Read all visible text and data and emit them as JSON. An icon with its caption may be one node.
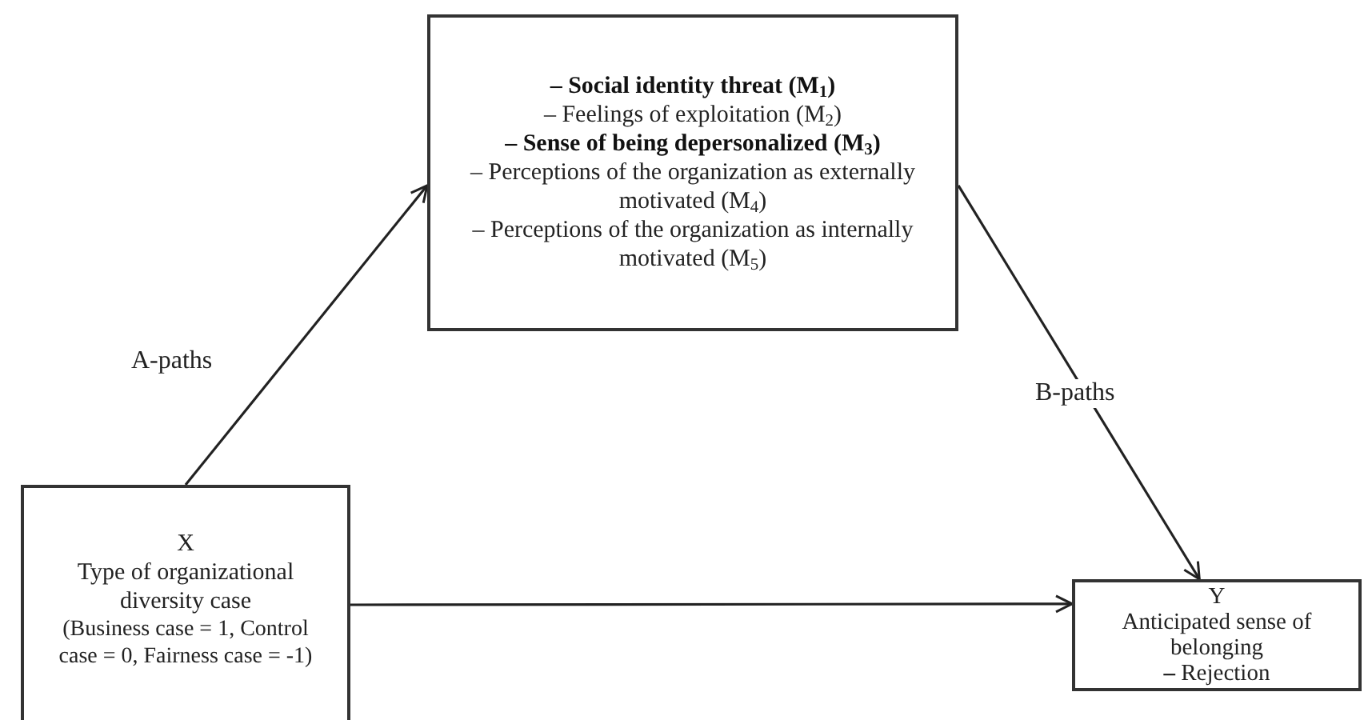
{
  "diagram": {
    "nodes": [
      {
        "text": [
          "**– Social identity threat (M$_{1}$)**",
          "– Feelings of exploitation (M$_{2}$)",
          "**– Sense of being depersonalized (M$_{3}$)**",
          "– Perceptions of the organization as externally motivated (M$_{4}$)",
          "– Perceptions of the organization as internally motivated (M$_{5}$)"
        ]
      },
      {
        "text": [
          "X",
          "Type of organizational diversity case",
          "(Business case = 1, Control case = 0, Fairness case = -1)"
        ]
      },
      {
        "text": [
          "Y",
          "Anticipated sense of belonging",
          "**–** Rejection"
        ]
      }
    ],
    "edges": [
      {
        "from": 1,
        "to": 0,
        "arrow": "to",
        "label": "A-paths"
      },
      {
        "from": 0,
        "to": 2,
        "arrow": "to",
        "label": "B-paths"
      },
      {
        "from": 1,
        "to": 2,
        "arrow": "to"
      }
    ]
  }
}
